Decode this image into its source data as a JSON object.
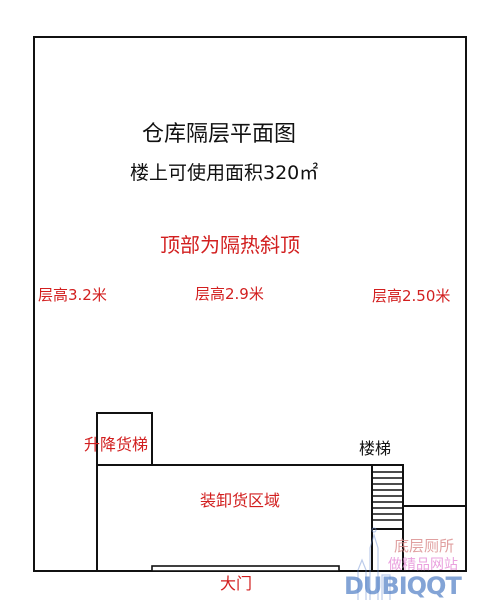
{
  "title": "仓库隔层平面图",
  "subtitle": "楼上可使用面积320㎡",
  "roof_note": "顶部为隔热斜顶",
  "heights": [
    "层高3.2米",
    "层高2.9米",
    "层高2.50米"
  ],
  "rooms": {
    "lift": "升降货梯",
    "stairs": "楼梯",
    "loading_area": "装卸货区域",
    "gate": "大门"
  },
  "watermark": {
    "line1": "底层厕所",
    "line2": "DUBIQQT",
    "line3": "做精品网站"
  },
  "colors": {
    "lines": "#111111",
    "labels_red": "#d21f1f",
    "labels_black": "#111111"
  }
}
